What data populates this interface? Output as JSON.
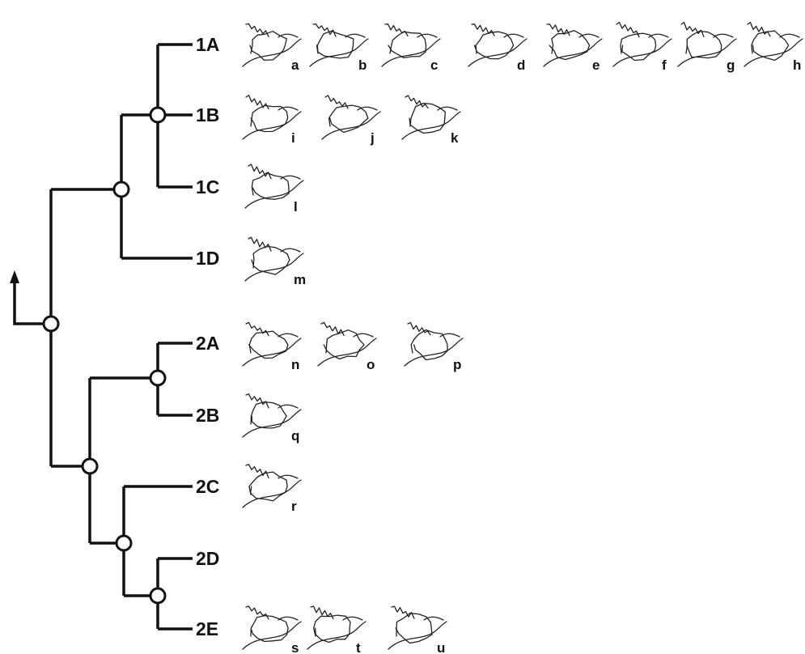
{
  "clades": [
    {
      "id": "1A",
      "label": "1A"
    },
    {
      "id": "1B",
      "label": "1B"
    },
    {
      "id": "1C",
      "label": "1C"
    },
    {
      "id": "1D",
      "label": "1D"
    },
    {
      "id": "2A",
      "label": "2A"
    },
    {
      "id": "2B",
      "label": "2B"
    },
    {
      "id": "2C",
      "label": "2C"
    },
    {
      "id": "2D",
      "label": "2D"
    },
    {
      "id": "2E",
      "label": "2E"
    }
  ],
  "sketches": {
    "1A": [
      "a",
      "b",
      "c",
      "d",
      "e",
      "f",
      "g",
      "h"
    ],
    "1B": [
      "i",
      "j",
      "k"
    ],
    "1C": [
      "l"
    ],
    "1D": [
      "m"
    ],
    "2A": [
      "n",
      "o",
      "p"
    ],
    "2B": [
      "q"
    ],
    "2C": [
      "r"
    ],
    "2D": [],
    "2E": [
      "s",
      "t",
      "u"
    ]
  },
  "icons": {
    "root": "up-arrow-icon",
    "node": "open-circle-node-icon",
    "sketch": "sutural-outline-sketch-icon"
  },
  "colors": {
    "line": "#111111",
    "background": "#ffffff"
  }
}
